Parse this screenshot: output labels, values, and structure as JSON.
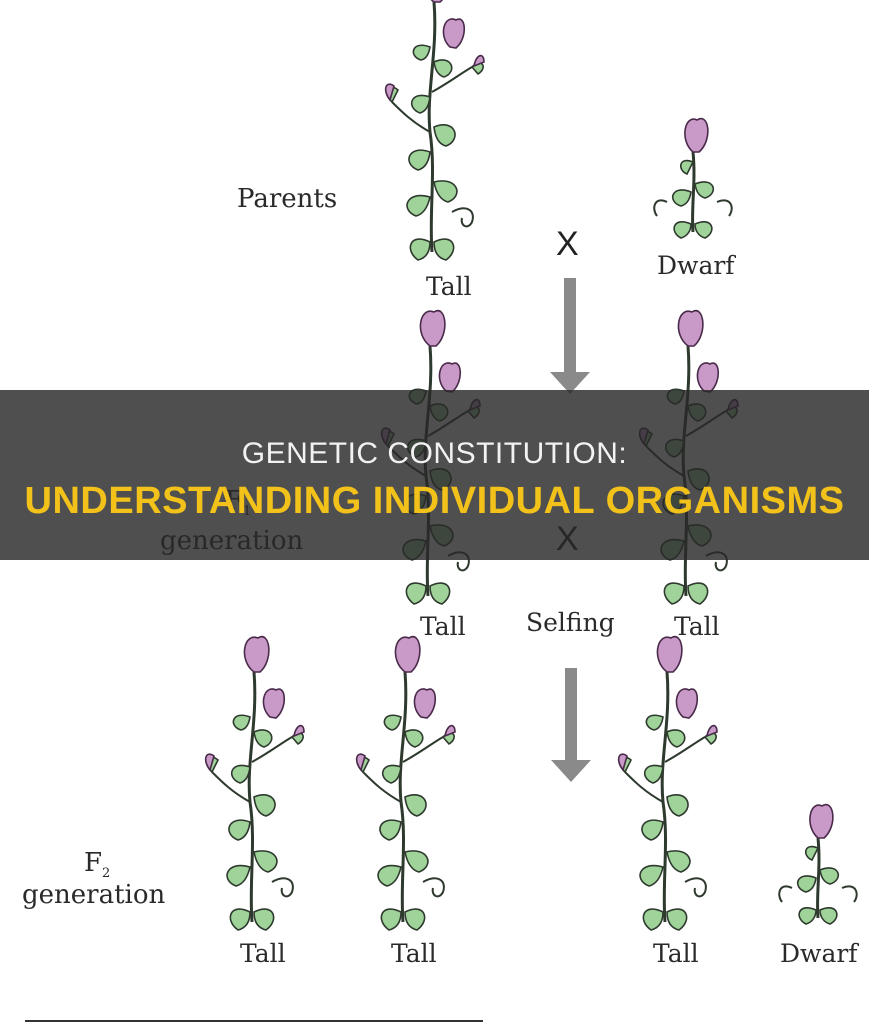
{
  "diagram": {
    "parents_label": "Parents",
    "cross_symbol": "X",
    "f1_label_prefix": "F",
    "f1_subscript": "1",
    "generation_word": "generation",
    "f2_label_prefix": "F",
    "f2_subscript": "2",
    "selfing_label": "Selfing",
    "tall_label": "Tall",
    "dwarf_label": "Dwarf"
  },
  "banner": {
    "line1": "GENETIC CONSTITUTION:",
    "line2": "UNDERSTANDING INDIVIDUAL ORGANISMS",
    "line1_color": "#f2f2f2",
    "line2_color": "#f2c21a"
  },
  "colors": {
    "flower": "#c99ac8",
    "leaf": "#9fd39a",
    "stem": "#2e3a2e",
    "arrow": "#8a8a8a"
  }
}
